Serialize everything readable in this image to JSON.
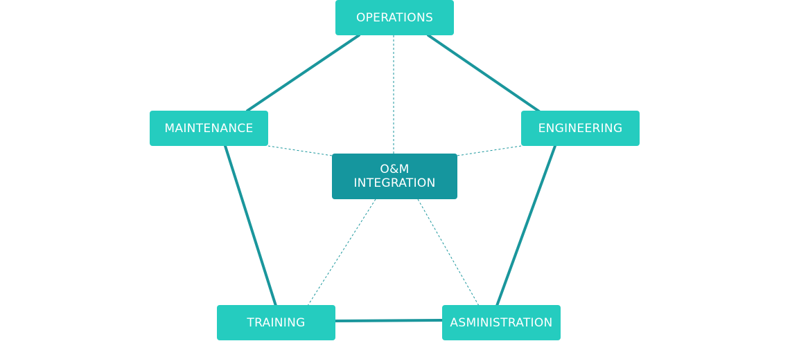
{
  "colors": {
    "outer_node": "#25ccbf",
    "center_node": "#15969e",
    "solid_edge": "#1a969c",
    "dashed_edge": "#1a969c",
    "text": "#ffffff"
  },
  "nodes": {
    "operations": {
      "label": "OPERATIONS"
    },
    "maintenance": {
      "label": "MAINTENANCE"
    },
    "engineering": {
      "label": "ENGINEERING"
    },
    "training": {
      "label": "TRAINING"
    },
    "administration": {
      "label": "ASMINISTRATION"
    },
    "center": {
      "line1": "O&M",
      "line2": "INTEGRATION"
    }
  },
  "edges": {
    "solid": [
      [
        "operations",
        "engineering"
      ],
      [
        "engineering",
        "administration"
      ],
      [
        "administration",
        "training"
      ],
      [
        "training",
        "maintenance"
      ],
      [
        "maintenance",
        "operations"
      ]
    ],
    "dashed": [
      [
        "center",
        "operations"
      ],
      [
        "center",
        "maintenance"
      ],
      [
        "center",
        "engineering"
      ],
      [
        "center",
        "training"
      ],
      [
        "center",
        "administration"
      ]
    ]
  }
}
